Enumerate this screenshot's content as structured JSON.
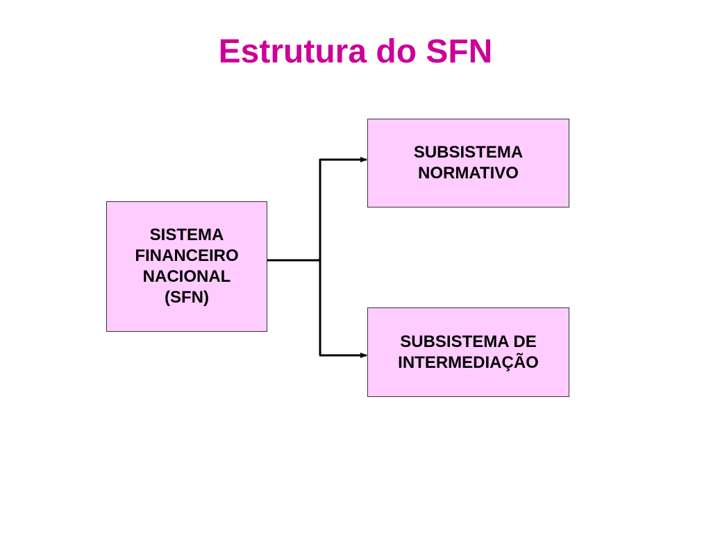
{
  "slide": {
    "title": "Estrutura do SFN"
  },
  "diagram": {
    "root": {
      "label": "SISTEMA\nFINANCEIRO\nNACIONAL\n(SFN)"
    },
    "children": [
      {
        "label": "SUBSISTEMA\nNORMATIVO"
      },
      {
        "label": "SUBSISTEMA DE\nINTERMEDIAÇÃO"
      }
    ],
    "colors": {
      "title": "#cc0099",
      "box_fill": "#ffccff",
      "box_border": "#333333",
      "connector": "#000000"
    }
  }
}
